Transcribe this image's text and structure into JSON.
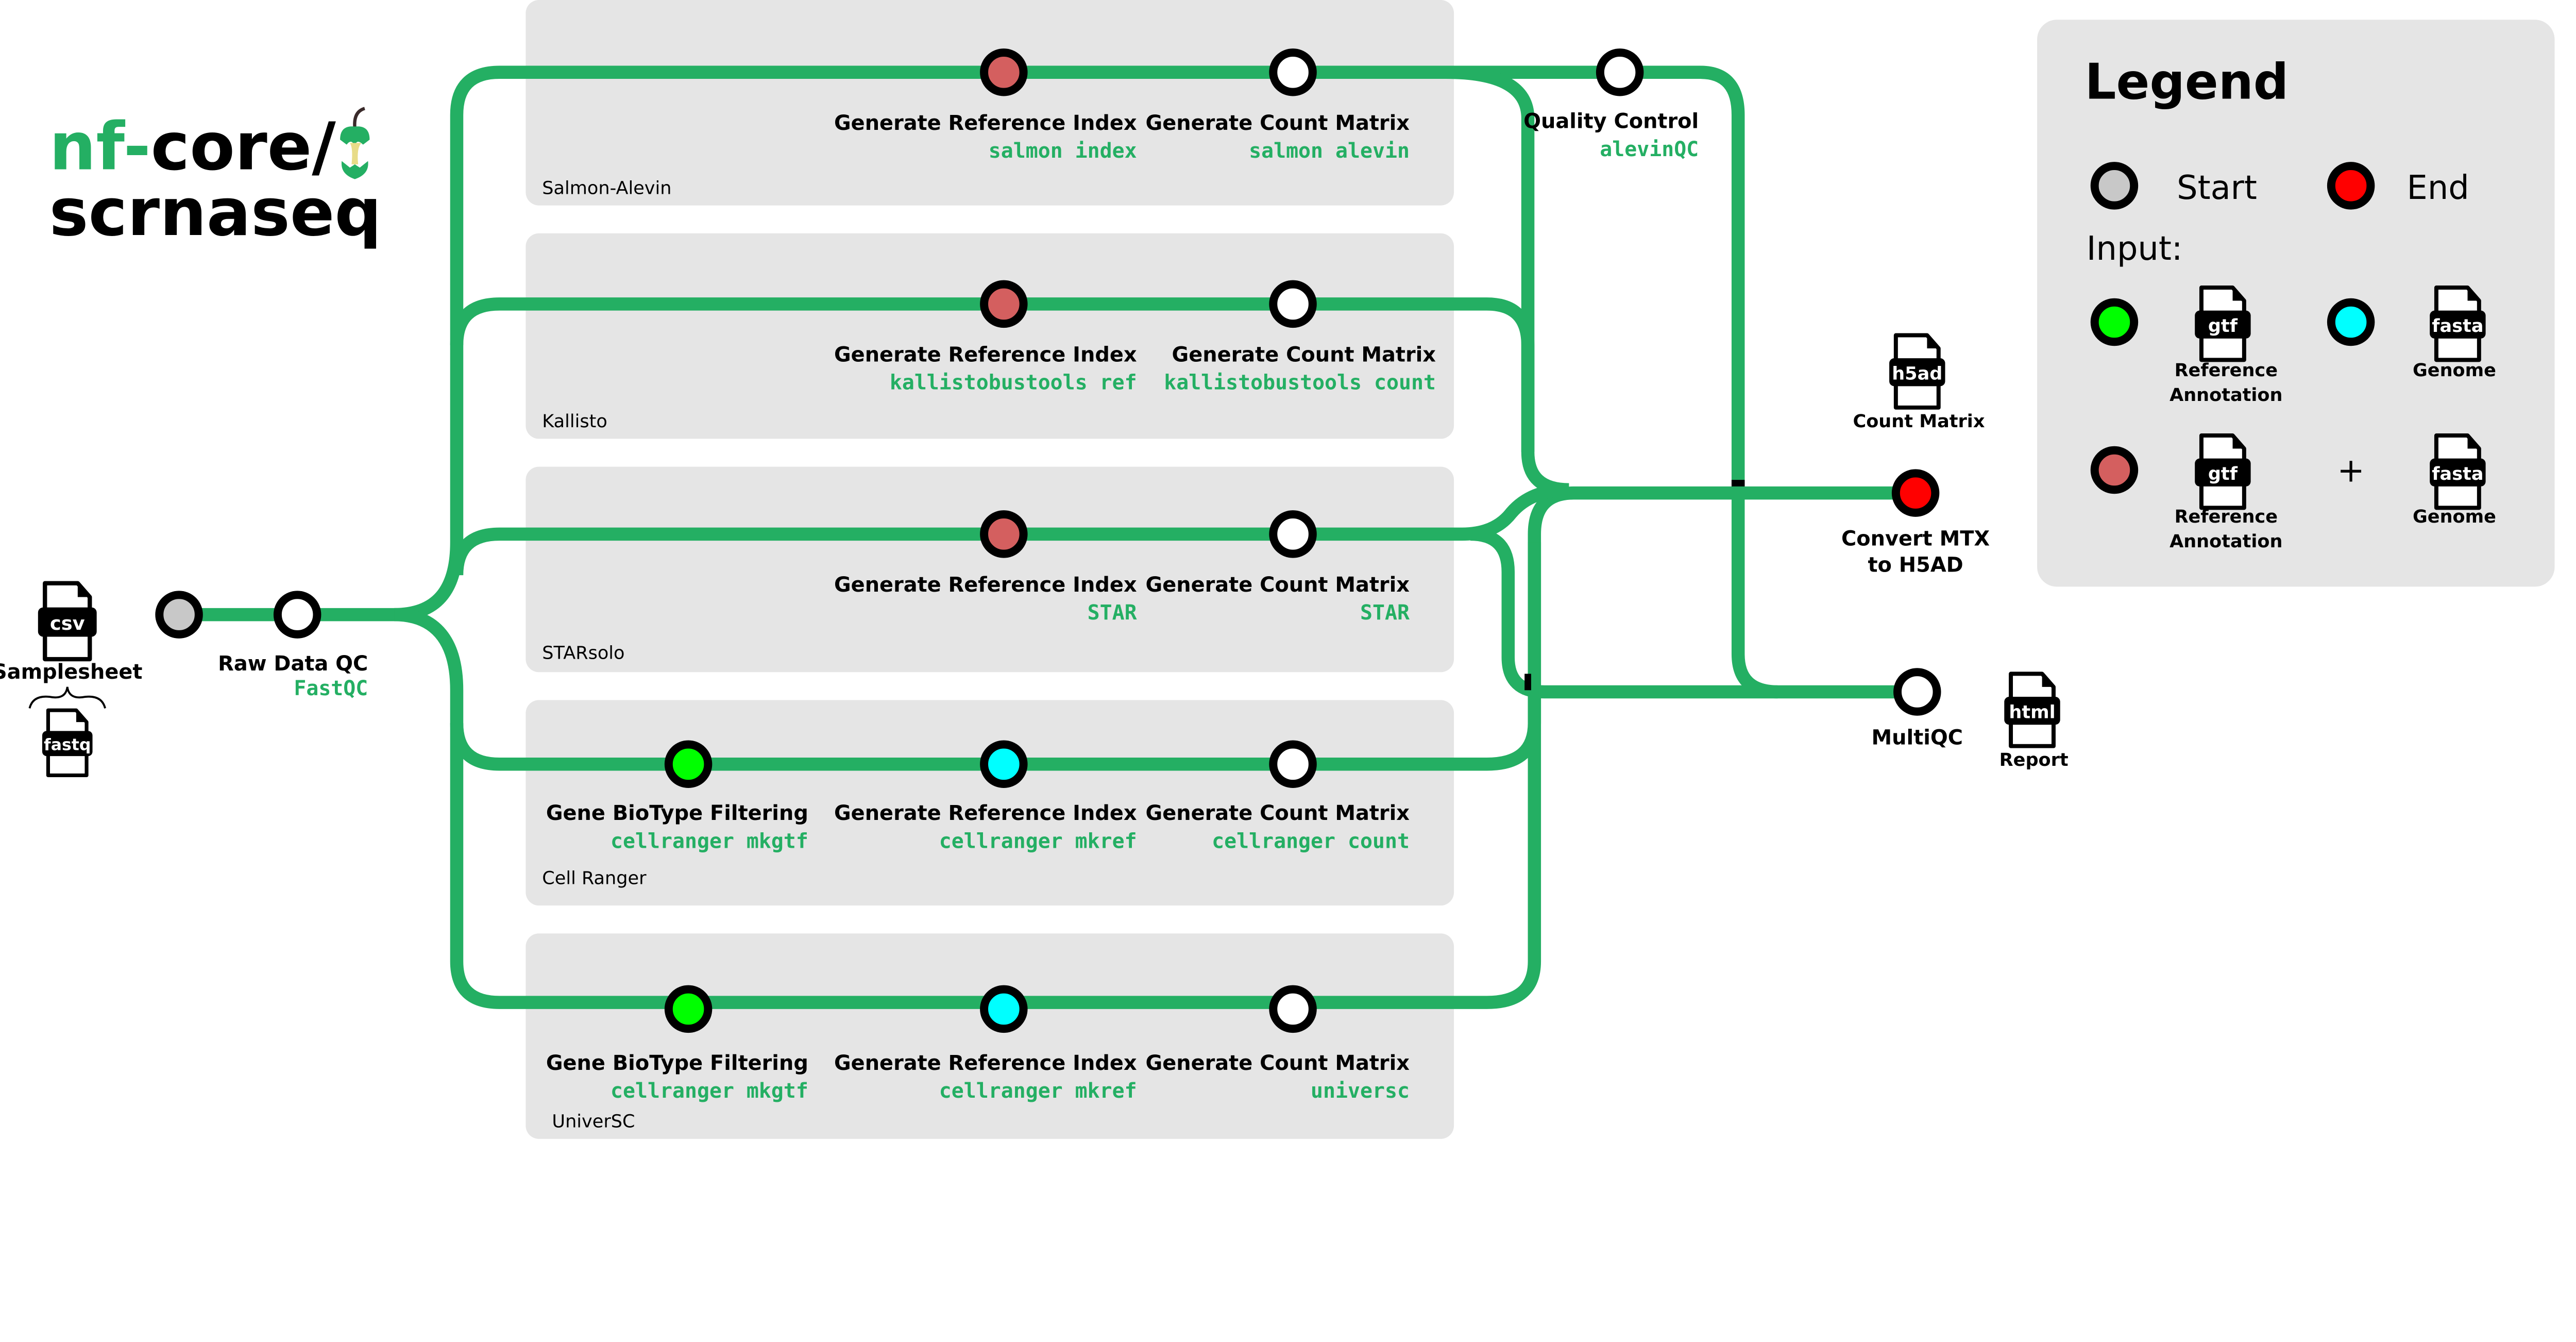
{
  "colors": {
    "line": "#24af63",
    "panel": "#e5e5e5",
    "start": "#c8c8c8",
    "end": "#ff0000",
    "gtf_input": "#00ff00",
    "fasta_input": "#00ffff",
    "both_input": "#d45f5f",
    "process": "#ffffff"
  },
  "logo": {
    "prefix": "nf-",
    "core": "core/",
    "name": "scrnaseq"
  },
  "inputs": {
    "samplesheet_ext": "csv",
    "samplesheet_label": "Samplesheet",
    "reads_ext": "fastq"
  },
  "raw_qc": {
    "label": "Raw Data QC",
    "tool": "FastQC"
  },
  "panels": [
    {
      "name": "Salmon-Alevin",
      "steps": [
        {
          "label": "Generate Reference Index",
          "tool": "salmon index"
        },
        {
          "label": "Generate Count Matrix",
          "tool": "salmon alevin"
        }
      ]
    },
    {
      "name": "Kallisto",
      "steps": [
        {
          "label": "Generate Reference Index",
          "tool": "kallistobustools ref"
        },
        {
          "label": "Generate Count Matrix",
          "tool": "kallistobustools count"
        }
      ]
    },
    {
      "name": "STARsolo",
      "steps": [
        {
          "label": "Generate Reference Index",
          "tool": "STAR"
        },
        {
          "label": "Generate Count Matrix",
          "tool": "STAR"
        }
      ]
    },
    {
      "name": "Cell Ranger",
      "steps": [
        {
          "label": "Gene BioType Filtering",
          "tool": "cellranger mkgtf"
        },
        {
          "label": "Generate Reference Index",
          "tool": "cellranger mkref"
        },
        {
          "label": "Generate Count Matrix",
          "tool": "cellranger count"
        }
      ]
    },
    {
      "name": "UniverSC",
      "steps": [
        {
          "label": "Gene BioType Filtering",
          "tool": "cellranger mkgtf"
        },
        {
          "label": "Generate Reference Index",
          "tool": "cellranger mkref"
        },
        {
          "label": "Generate Count Matrix",
          "tool": "universc"
        }
      ]
    }
  ],
  "quality_control": {
    "label": "Quality Control",
    "tool": "alevinQC"
  },
  "convert": {
    "line1": "Convert MTX",
    "line2": "to H5AD",
    "file_ext": "h5ad",
    "file_label": "Count Matrix"
  },
  "multiqc": {
    "label": "MultiQC",
    "file_ext": "html",
    "file_label": "Report"
  },
  "legend": {
    "title": "Legend",
    "start": "Start",
    "end": "End",
    "input": "Input:",
    "gtf_ext": "gtf",
    "fasta_ext": "fasta",
    "ref_line1": "Reference",
    "ref_line2": "Annotation",
    "genome": "Genome",
    "plus": "+"
  }
}
